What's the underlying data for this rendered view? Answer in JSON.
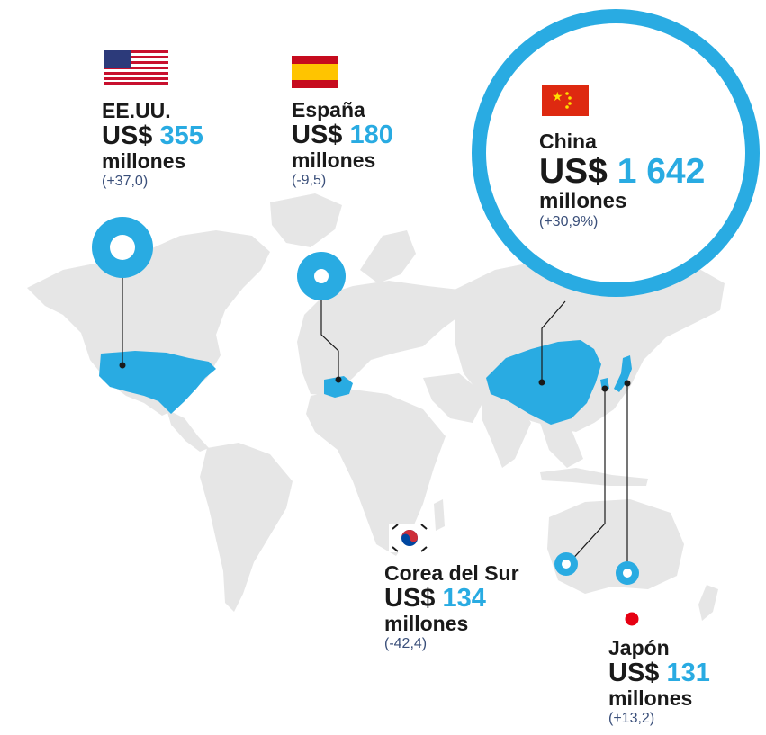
{
  "colors": {
    "accent": "#29abe2",
    "land": "#e6e6e6",
    "text": "#1a1a1a",
    "change": "#3a4f7a"
  },
  "countries": {
    "usa": {
      "name": "EE.UU.",
      "currency": "US$",
      "amount": "355",
      "unit": "millones",
      "change": "(+37,0)",
      "flag": "us-flag"
    },
    "spain": {
      "name": "España",
      "currency": "US$",
      "amount": "180",
      "unit": "millones",
      "change": "(-9,5)",
      "flag": "spain-flag"
    },
    "china": {
      "name": "China",
      "currency": "US$",
      "amount": "1 642",
      "unit": "millones",
      "change": "(+30,9%)",
      "flag": "china-flag"
    },
    "korea": {
      "name": "Corea del Sur",
      "currency": "US$",
      "amount": "134",
      "unit": "millones",
      "change": "(-42,4)",
      "flag": "south-korea-flag"
    },
    "japan": {
      "name": "Japón",
      "currency": "US$",
      "amount": "131",
      "unit": "millones",
      "change": "(+13,2)",
      "flag": "japan-flag"
    }
  }
}
